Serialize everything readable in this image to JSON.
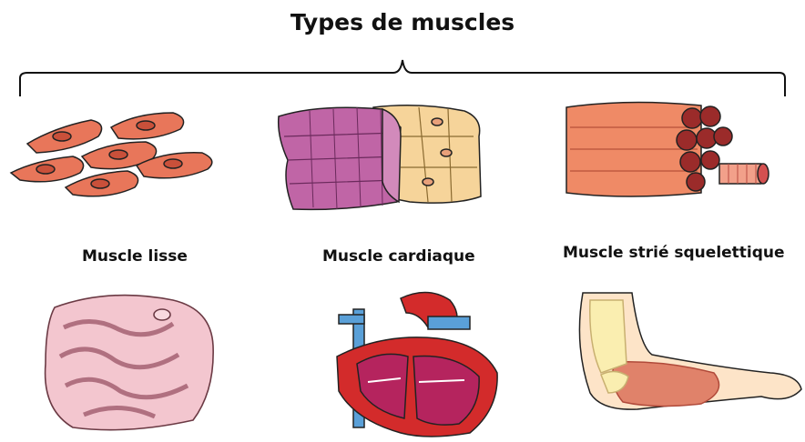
{
  "title": "Types de muscles",
  "muscles": [
    {
      "label": "Muscle lisse",
      "organ": "intestine"
    },
    {
      "label": "Muscle cardiaque",
      "organ": "heart"
    },
    {
      "label": "Muscle strié squelettique",
      "organ": "arm"
    }
  ],
  "colors": {
    "smooth_cell": "#e8765a",
    "smooth_nucleus": "#c9503a",
    "cardiac_pink": "#c065a6",
    "cardiac_tan": "#f6d49a",
    "skeletal_fiber": "#ef8a66",
    "skeletal_cut": "#9b2b2a",
    "intestine": "#f3c6cf",
    "heart_red": "#d32b2b",
    "vessel_blue": "#5aa0d8",
    "arm_skin": "#fde4c8"
  }
}
